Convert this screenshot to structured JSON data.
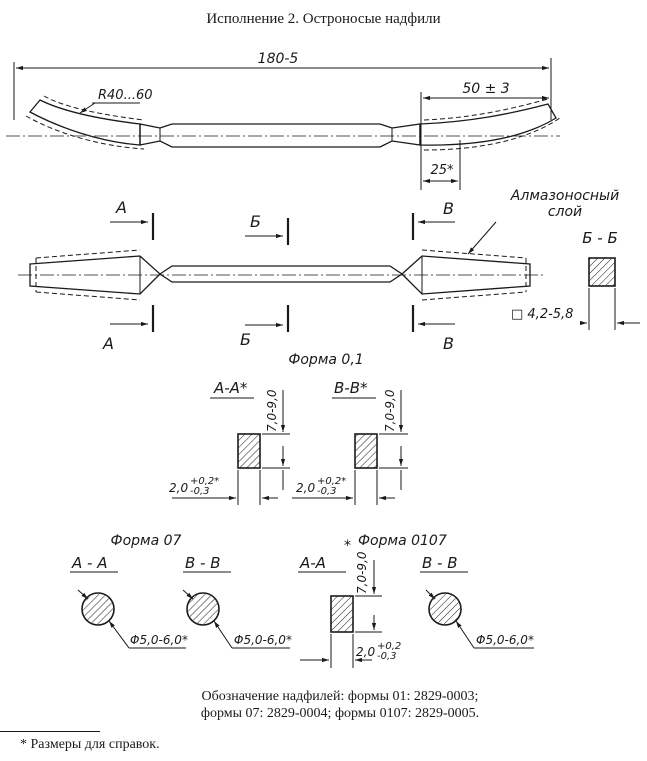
{
  "title": "Исполнение 2. Остроносые надфили",
  "labels": {
    "overall_length": "180-5",
    "radius": "R40...60",
    "tip_length": "50 ± 3",
    "tip_offset": "25*",
    "diamond_layer_line1": "Алмазоносный",
    "diamond_layer_line2": "слой",
    "section_A": "А",
    "section_B_cyr": "Б",
    "section_V": "В",
    "section_BB": "Б - Б",
    "square_size": "□ 4,2-5,8"
  },
  "forms": {
    "form01": {
      "title": "Форма 0,1",
      "section_AA": "А-А*",
      "section_VV": "В-В*",
      "height": "7,0-9,0",
      "width_main": "2,0",
      "tol_plus": "+0,2*",
      "tol_minus": "-0,3"
    },
    "form07": {
      "title": "Форма 07",
      "section_AA": "А - А",
      "section_VV": "В - В",
      "diameter": "Φ5,0-6,0*"
    },
    "form0107": {
      "title": "Форма 0107",
      "star": "*",
      "section_AA": "А-А",
      "section_VV": "В - В",
      "height": "7,0-9,0",
      "width_main": "2,0",
      "tol_plus": "+0,2",
      "tol_minus": "-0,3",
      "diameter": "Φ5,0-6,0*"
    }
  },
  "caption_line1": "Обозначение надфилей: формы 01: 2829-0003;",
  "caption_line2": "формы 07: 2829-0004; формы 0107: 2829-0005.",
  "footnote": "* Размеры для справок."
}
